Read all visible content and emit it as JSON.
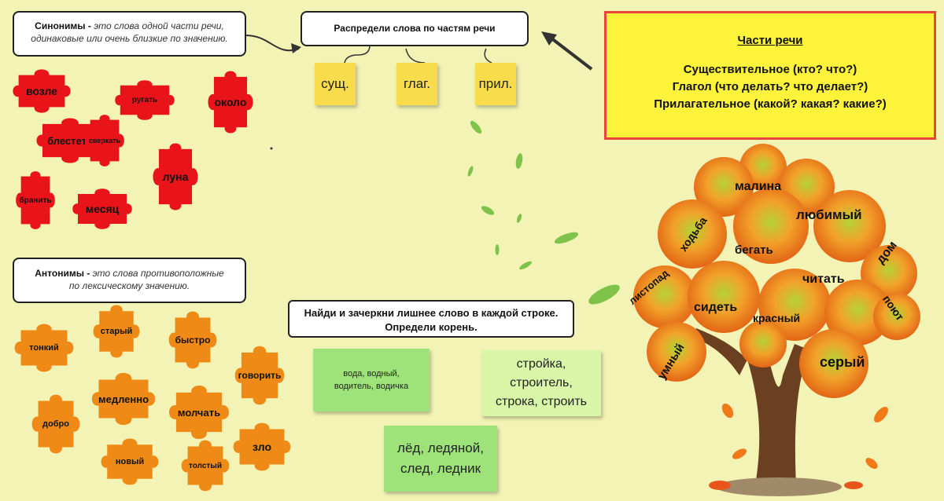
{
  "synonyms_box": {
    "term": "Синонимы -",
    "definition": "это слова одной части речи, одинаковые или очень близкие по значению."
  },
  "antonyms_box": {
    "term": "Антонимы -",
    "definition": "это слова противоположные по лексическому значению."
  },
  "task_parts": "Распредели слова по частям речи",
  "task_extra_line1": "Найди и зачеркни лишнее слово в каждой строке.",
  "task_extra_line2": "Определи корень.",
  "pos_stickies": [
    "сущ.",
    "глаг.",
    "прил."
  ],
  "parts_of_speech": {
    "title": "Части речи",
    "lines": [
      "Существительное (кто? что?)",
      "Глагол (что делать? что делает?)",
      "Прилагательное (какой? какая? какие?)"
    ]
  },
  "synonym_pieces": [
    "возле",
    "ругать",
    "около",
    "блестеть",
    "сверкать",
    "луна",
    "бранить",
    "месяц"
  ],
  "antonym_pieces": [
    "тонкий",
    "старый",
    "быстро",
    "говорить",
    "медленно",
    "добро",
    "молчать",
    "новый",
    "толстый",
    "зло"
  ],
  "word_stickies": [
    "вода, водный, водитель, водичка",
    "стройка, строитель, строка, строить",
    "лёд, ледяной, след, ледник"
  ],
  "tree_words": [
    "малина",
    "ходьба",
    "любимый",
    "бегать",
    "дом",
    "листопад",
    "читать",
    "сидеть",
    "красный",
    "поют",
    "умный",
    "серый"
  ],
  "colors": {
    "background": "#f2f3b4",
    "red_piece": "#e8141a",
    "orange_piece": "#ef8a16",
    "sticky_yellow": "#f8dc4c",
    "sticky_green": "#9ee27a",
    "parts_border": "#e8463a",
    "parts_fill": "#fdf33b"
  }
}
